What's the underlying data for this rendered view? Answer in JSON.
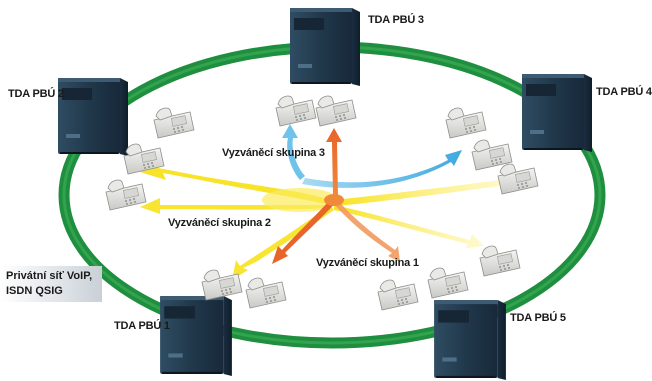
{
  "pbx_labels": {
    "pbu1": "TDA PBÚ 1",
    "pbu2": "TDA PBÚ 2",
    "pbu3": "TDA PBÚ 3",
    "pbu4": "TDA PBÚ 4",
    "pbu5": "TDA PBÚ 5"
  },
  "groups": {
    "g1": "Vyzváněcí skupina 1",
    "g2": "Vyzváněcí skupina 2",
    "g3": "Vyzváněcí skupina 3"
  },
  "network": {
    "line1": "Privátní síť VoIP,",
    "line2": "ISDN QSIG"
  },
  "colors": {
    "ring": "#1f8f3f",
    "group1_arrow": "#e8642a",
    "group2_arrow": "#f7e21c",
    "group3_arrow": "#6fc3ea",
    "pbx_body": "#23384a"
  },
  "icons": {
    "pbx": "pbx-unit-icon",
    "phone": "desk-phone-icon"
  }
}
